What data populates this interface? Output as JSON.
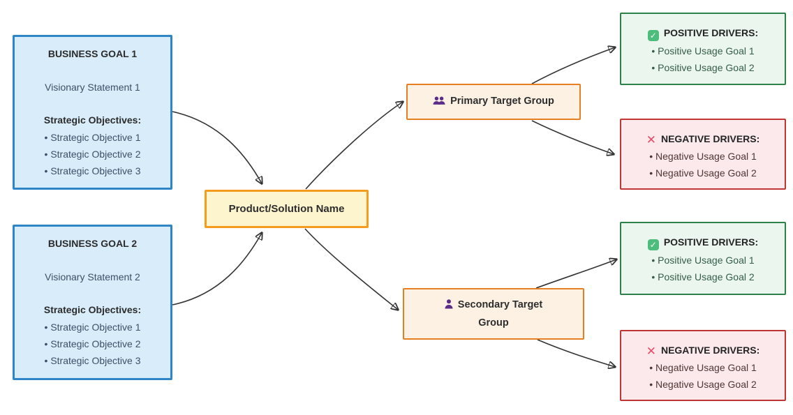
{
  "diagram": {
    "business_goals": [
      {
        "title": "BUSINESS GOAL 1",
        "vision": "Visionary Statement 1",
        "objectives_label": "Strategic Objectives:",
        "objectives": [
          "Strategic Objective 1",
          "Strategic Objective 2",
          "Strategic Objective 3"
        ]
      },
      {
        "title": "BUSINESS GOAL 2",
        "vision": "Visionary Statement 2",
        "objectives_label": "Strategic Objectives:",
        "objectives": [
          "Strategic Objective 1",
          "Strategic Objective 2",
          "Strategic Objective 3"
        ]
      }
    ],
    "product": {
      "label": "Product/Solution Name"
    },
    "target_groups": [
      {
        "label": "Primary Target Group",
        "icon": "users-icon"
      },
      {
        "label": "Secondary Target Group",
        "icon": "user-icon"
      }
    ],
    "drivers": [
      {
        "kind": "positive",
        "icon": "check-icon",
        "title": "POSITIVE DRIVERS:",
        "items": [
          "Positive Usage Goal 1",
          "Positive Usage Goal 2"
        ]
      },
      {
        "kind": "negative",
        "icon": "cross-icon",
        "title": "NEGATIVE DRIVERS:",
        "items": [
          "Negative Usage Goal 1",
          "Negative Usage Goal 2"
        ]
      },
      {
        "kind": "positive",
        "icon": "check-icon",
        "title": "POSITIVE DRIVERS:",
        "items": [
          "Positive Usage Goal 1",
          "Positive Usage Goal 2"
        ]
      },
      {
        "kind": "negative",
        "icon": "cross-icon",
        "title": "NEGATIVE DRIVERS:",
        "items": [
          "Negative Usage Goal 1",
          "Negative Usage Goal 2"
        ]
      }
    ],
    "colors": {
      "goal_border": "#2e86c8",
      "goal_bg": "#d9ecf9",
      "product_border": "#f59c1f",
      "product_bg": "#fdf5cd",
      "target_border": "#e67e22",
      "target_bg": "#fdf1e3",
      "positive_border": "#2e8049",
      "positive_bg": "#eaf6ee",
      "negative_border": "#c23535",
      "negative_bg": "#fbe9ec",
      "icon_purple": "#5b2c87",
      "check_green": "#4dbd7c",
      "cross_pink": "#ea4b68",
      "edge": "#333333"
    }
  }
}
